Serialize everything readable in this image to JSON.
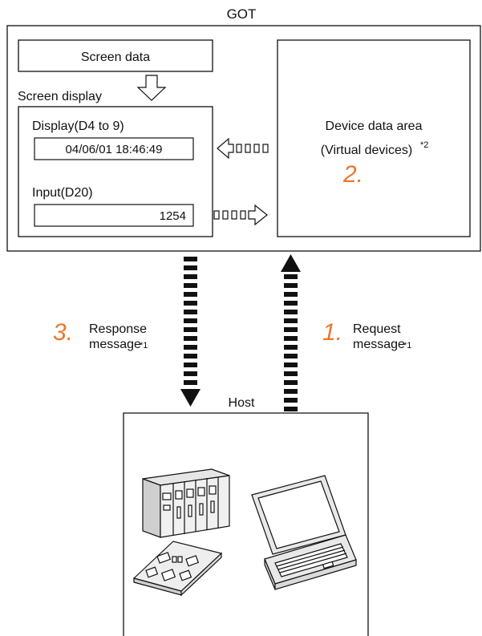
{
  "got_title": "GOT",
  "screen_data": "Screen data",
  "screen_display": "Screen display",
  "display_label": "Display(D4 to 9)",
  "display_value": "04/06/01 18:46:49",
  "input_label": "Input(D20)",
  "input_value": "1254",
  "device_area": {
    "line1": "Device data area",
    "line2": "(Virtual devices)",
    "note": "*2",
    "step": "2."
  },
  "response": {
    "step": "3.",
    "line1": "Response",
    "line2": "message",
    "note": "*1"
  },
  "request": {
    "step": "1.",
    "line1": "Request",
    "line2": "message",
    "note": "*1"
  },
  "host_title": "Host",
  "colors": {
    "accent": "#E8782C",
    "line": "#111111"
  }
}
